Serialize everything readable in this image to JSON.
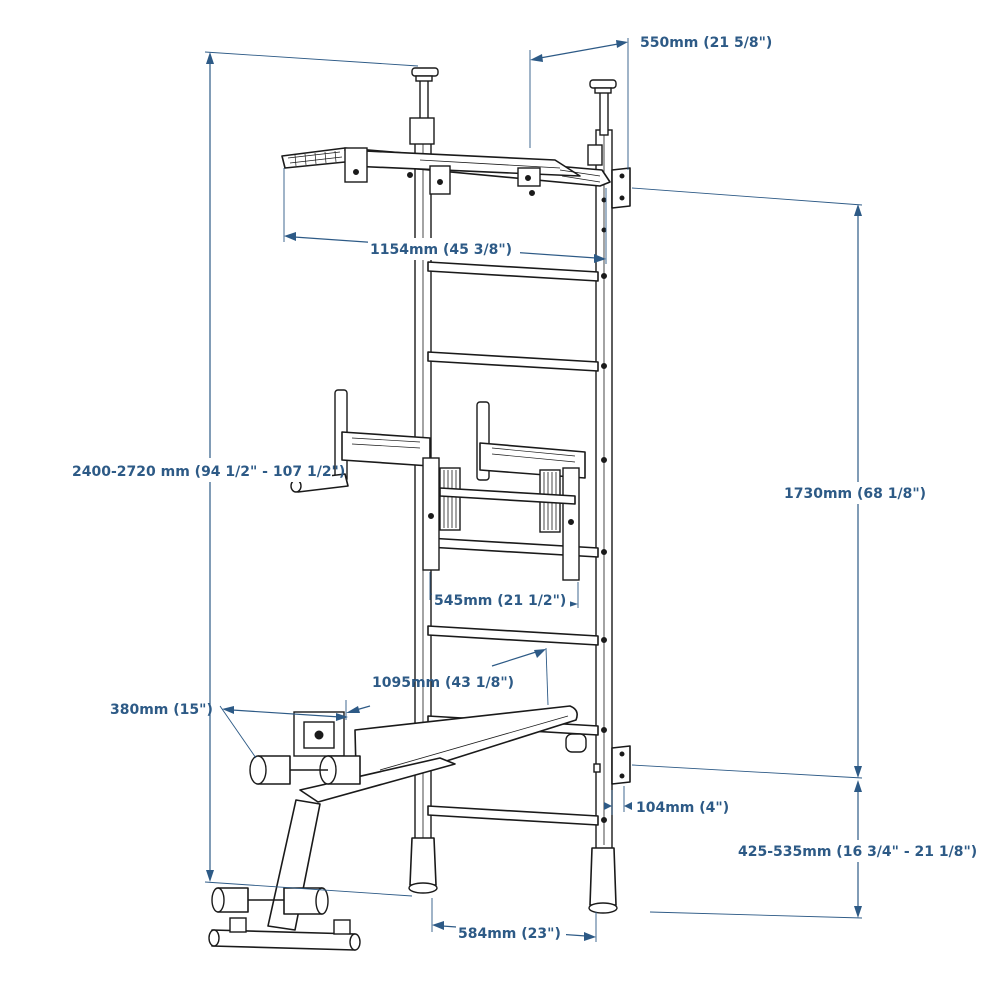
{
  "diagram": {
    "accent_color": "#2d5a86",
    "line_color": "#1a1a1a",
    "dimensions": {
      "overall_height": "2400-2720 mm (94 1/2\" - 107 1/2\")",
      "depth": "550mm (21 5/8\")",
      "pullup_bar_width": "1154mm (45 3/8\")",
      "wall_section_height": "1730mm (68 1/8\")",
      "dip_station_width": "545mm (21 1/2\")",
      "bench_length": "1095mm (43 1/8\")",
      "bench_width": "380mm (15\")",
      "wall_clearance": "104mm (4\")",
      "floor_to_bracket": "425-535mm (16 3/4\" - 21 1/8\")",
      "ladder_width": "584mm (23\")"
    }
  }
}
